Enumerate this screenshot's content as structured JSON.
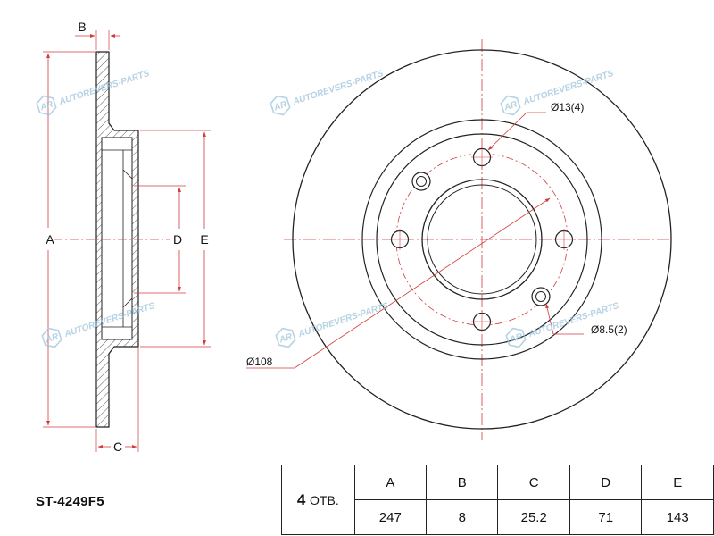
{
  "watermark": {
    "logo_text": "AR",
    "brand": "AUTOREVERS-PARTS"
  },
  "side_view": {
    "label_a": "A",
    "label_b": "B",
    "label_c": "C",
    "label_d": "D",
    "label_e": "E"
  },
  "front_view": {
    "hole_large_label": "Ø13(4)",
    "hole_small_label": "Ø8.5(2)",
    "pcd_label": "Ø108"
  },
  "part": {
    "number": "ST-4249F5"
  },
  "spec_table": {
    "holes_count": "4",
    "holes_unit": "ОТВ.",
    "headers": [
      "A",
      "B",
      "C",
      "D",
      "E"
    ],
    "values": [
      "247",
      "8",
      "25.2",
      "71",
      "143"
    ]
  },
  "colors": {
    "outline": "#222222",
    "centerline": "#d23c3c",
    "watermark": "#9ec4dc"
  }
}
